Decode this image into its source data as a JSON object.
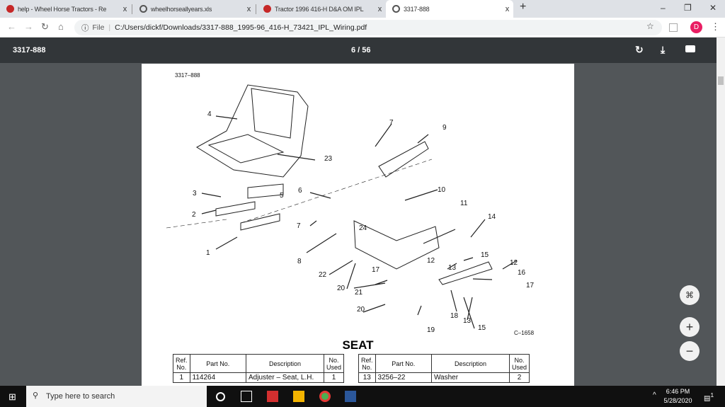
{
  "browser": {
    "tabs": [
      {
        "title": "help - Wheel Horse Tractors - Re",
        "active": false
      },
      {
        "title": "wheelhorseallyears.xls",
        "active": false
      },
      {
        "title": "Tractor 1996 416-H D&A OM IPL",
        "active": false
      },
      {
        "title": "3317-888",
        "active": true
      }
    ],
    "new_tab": "+",
    "close": "x",
    "url_scheme": "File",
    "url": "C:/Users/dickf/Downloads/3317-888_1995-96_416-H_73421_IPL_Wiring.pdf",
    "profile_initial": "D"
  },
  "pdf": {
    "title": "3317-888",
    "page_indicator": "6 / 56",
    "doc_code": "3317–888",
    "figure_code": "C–1658",
    "callouts": [
      "4",
      "23",
      "7",
      "9",
      "3",
      "5",
      "6",
      "10",
      "11",
      "2",
      "7",
      "24",
      "14",
      "1",
      "8",
      "15",
      "12",
      "12",
      "13",
      "16",
      "22",
      "17",
      "17",
      "20",
      "21",
      "20",
      "18",
      "13",
      "15",
      "19"
    ],
    "section_title": "SEAT",
    "table": {
      "headers": [
        "Ref. No.",
        "Part No.",
        "Description",
        "No. Used"
      ],
      "left_rows": [
        [
          "1",
          "114264",
          "Adjuster – Seat, L.H.",
          "1"
        ]
      ],
      "right_rows": [
        [
          "13",
          "3256–22",
          "Washer",
          "2"
        ]
      ]
    }
  },
  "taskbar": {
    "search_placeholder": "Type here to search",
    "time": "6:46 PM",
    "date": "5/28/2020",
    "notifications": "1"
  },
  "colors": {
    "pdf_toolbar": "#323639",
    "viewer_bg": "#525659",
    "profile": "#e91e63"
  }
}
